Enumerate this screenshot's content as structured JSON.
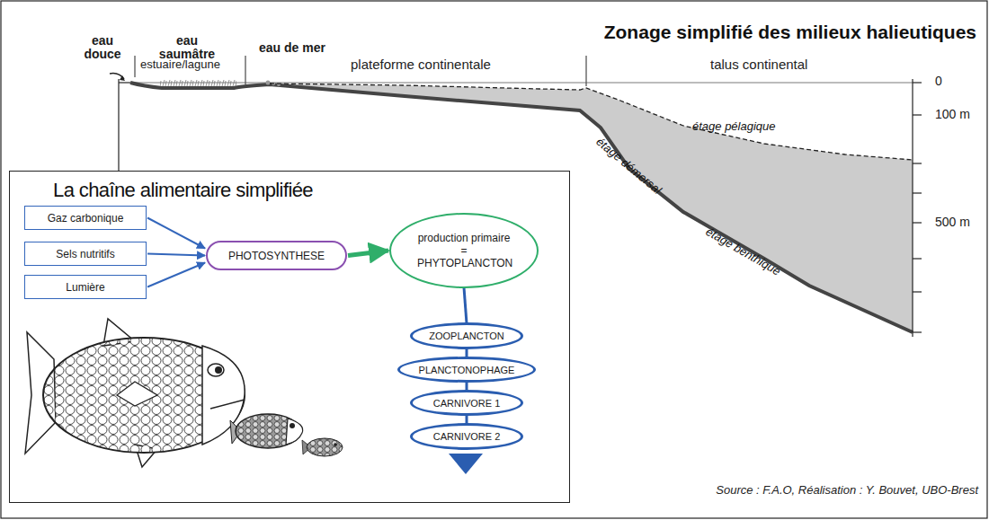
{
  "diagram": {
    "title": "Zonage simplifié des milieux halieutiques",
    "caption": "Source : F.A.O, Réalisation : Y. Bouvet, UBO-Brest",
    "nodes": [
      {
        "text": [
          "La chaîne alimentaire simplifiée"
        ]
      },
      {
        "text": [
          "Gaz carbonique"
        ],
        "in": 0
      },
      {
        "text": [
          "Sels nutritifs"
        ],
        "in": 0
      },
      {
        "text": [
          "Lumière"
        ],
        "in": 0
      },
      {
        "text": [
          "PHOTOSYNTHESE"
        ],
        "in": 0
      },
      {
        "text": [
          "production primaire = PHYTOPLANCTON"
        ],
        "in": 0
      },
      {
        "text": [
          "ZOOPLANCTON"
        ],
        "in": 0
      },
      {
        "text": [
          "PLANCTONOPHAGE"
        ],
        "in": 0
      },
      {
        "text": [
          "CARNIVORE 1"
        ],
        "in": 0
      },
      {
        "text": [
          "CARNIVORE 2"
        ],
        "in": 0
      }
    ],
    "edges": [
      {
        "from": 1,
        "to": 4,
        "arrow": "to"
      },
      {
        "from": 2,
        "to": 4,
        "arrow": "to"
      },
      {
        "from": 3,
        "to": 4,
        "arrow": "to"
      },
      {
        "from": 4,
        "to": 5,
        "arrow": "to"
      },
      {
        "from": 5,
        "to": 6,
        "arrow": "none"
      },
      {
        "from": 6,
        "to": 7,
        "arrow": "none"
      },
      {
        "from": 7,
        "to": 8,
        "arrow": "none"
      },
      {
        "from": 8,
        "to": 9,
        "arrow": "none"
      }
    ],
    "labels": [
      "eau douce",
      "eau saumâtre",
      "eau de mer",
      "estuaire/lagune",
      "plateforme continentale",
      "talus continental",
      "étage pélagique",
      "étage démersal",
      "étage benthique",
      "0",
      "100 m",
      "500 m"
    ]
  }
}
